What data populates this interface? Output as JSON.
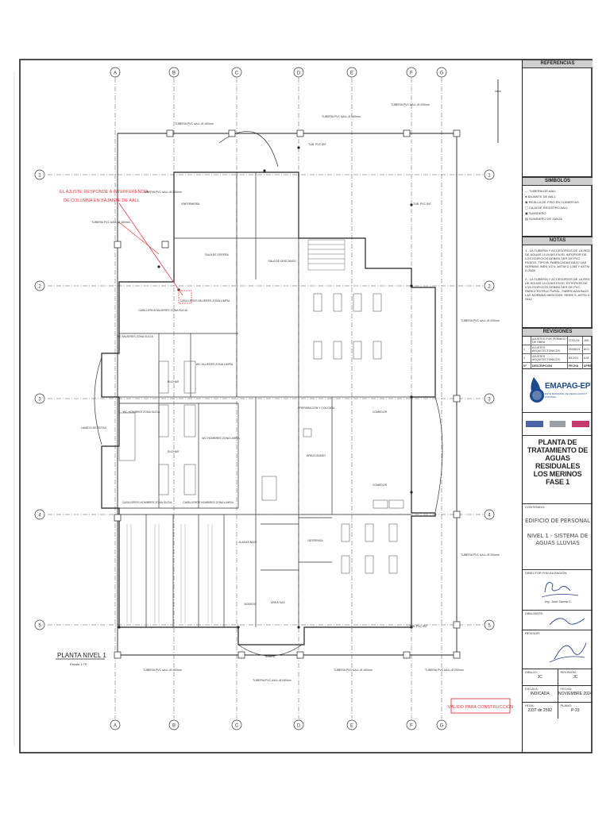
{
  "grid": {
    "columns": [
      "A",
      "B",
      "C",
      "D",
      "E",
      "F",
      "G"
    ],
    "rows": [
      "1",
      "2",
      "3",
      "4",
      "5"
    ]
  },
  "annotation": {
    "red_note_line1": "EL AJUSTE RESPONDE A INTERFERENCIA",
    "red_note_line2": "DE COLUMNA EN BAJANTE DE AALL"
  },
  "drawing": {
    "view_title": "PLANTA NIVEL 1",
    "view_scale": "Escala 1:75",
    "stamp": "VÁLIDO PARA CONSTRUCCIÓN",
    "rooms": [
      "SALA DE ESPERA",
      "SALA DE DESCANSO",
      "ENFERMERÍA",
      "CASILLEROS MUJERES ZONA LIMPIA",
      "CASILLEROS MUJERES ZONA SUCIA",
      "WC MUJERES ZONA SUCIA",
      "WC MUJERES ZONA LIMPIA",
      "WC HOMBRES ZONA SUCIA",
      "WC HOMBRES ZONA LIMPIA",
      "CASILLEROS HOMBRES ZONA SUCIA",
      "CASILLEROS HOMBRES ZONA LIMPIA",
      "PREPARACIÓN Y COCCIÓN",
      "ÁREA LAVADO",
      "COMEDOR",
      "DESPENSA",
      "ALMACENAJE",
      "ÁREA GAS",
      "LAVADO DE BOTAS",
      "RAMPA",
      "DUCHAS",
      "BODEGA"
    ],
    "pipe_label": "TUBERIA PVC AALL Ø 160mm",
    "pipe_label_alt": "TUBERIA PVC AALL Ø 200mm",
    "downpipe_label": "TUB. PVC Ø4\""
  },
  "title_block": {
    "referencias": "REFERENCIAS",
    "simbolos": "SIMBOLOS",
    "symbols": [
      "TUBERIA DE AALL",
      "BAJANTE DE AALL",
      "REJILLA DE PISO EN CUBIERTAS",
      "CAJA DE REGISTRO AALL",
      "SUMIDERO",
      "SUMIDERO DE ZANJA"
    ],
    "notas": "NOTAS",
    "notes": [
      "1.- LA TUBERIA Y ACCESORIOS DE LA RED DE AGUAS LLUVIAS EN EL INTERIOR DE LOS EDIFICIOS DEBEN SER DE PVC RIGIDO, TIPO B, FABRICADAS BAJO LAS NORMAS INEN 1374, ASTM D 1785 Y ASTM D 2665",
      "2.- LA TUBERIA Y ACCESORIOS DE LA RED DE AGUAS LLUVIAS EN EL EXTERIOR DE LOS EDIFICIOS DEBEN SER DE PVC PARED ESTRUCTURAL, FABRICADA BAJO LAS NORMAS INEN 2059, SERIE 5, ASTM D 2412"
    ],
    "revisiones": "REVISIONES",
    "revision_rows": [
      {
        "n": "",
        "desc": "AJUSTES POR PERMISO DE OBRA",
        "date": "27/11/24",
        "by": "JAS"
      },
      {
        "n": "1",
        "desc": "AJUSTES ARQUITECTONICOS",
        "date": "20/08/24",
        "by": "ACC"
      },
      {
        "n": "2",
        "desc": "AJUSTES ARQUITECTONICOS",
        "date": "5/12/24",
        "by": "A.M"
      }
    ],
    "revision_header": {
      "n": "N°",
      "desc": "DESCRIPCIÓN",
      "date": "FECHA",
      "by": "APRB"
    },
    "brand": "EMAPAG-EP",
    "brand_sub": "ENTE MUNICIPAL DE REGULACIÓN Y CONTROL",
    "project_title": [
      "PLANTA DE",
      "TRATAMIENTO DE",
      "AGUAS RESIDUALES",
      "LOS MERINOS",
      "FASE 1"
    ],
    "contenido_label": "CONTENIDO:",
    "contenido_1": "EDIFICIO DE PERSONAL",
    "contenido_2": "NIVEL 1 - SISTEMA DE",
    "contenido_3": "AGUAS LLUVIAS",
    "director_label": "DIRECTOR FISCALIZACIÓN:",
    "director_name": "Ing. José Saona C.",
    "dibujante_label": "DIBUJANTE:",
    "revisor_label": "REVISOR:",
    "dibujo_label": "DIBUJO:",
    "dibujo_val": "JC",
    "revision_label": "REVISIÓN:",
    "revision_val": "JC",
    "escala_label": "ESCALA:",
    "escala_val": "INDICADA",
    "fecha_label": "FECHA:",
    "fecha_val": "NOVIEMBRE 2024",
    "hoja_label": "HOJA:",
    "hoja_val": "2337 de 2592",
    "plano_label": "PLANO:",
    "plano_val": "P-23"
  },
  "colors": {
    "red": "#e63a3a",
    "line": "#222222",
    "grey": "#cfcfcf",
    "brand_blue": "#1d4a8e"
  }
}
